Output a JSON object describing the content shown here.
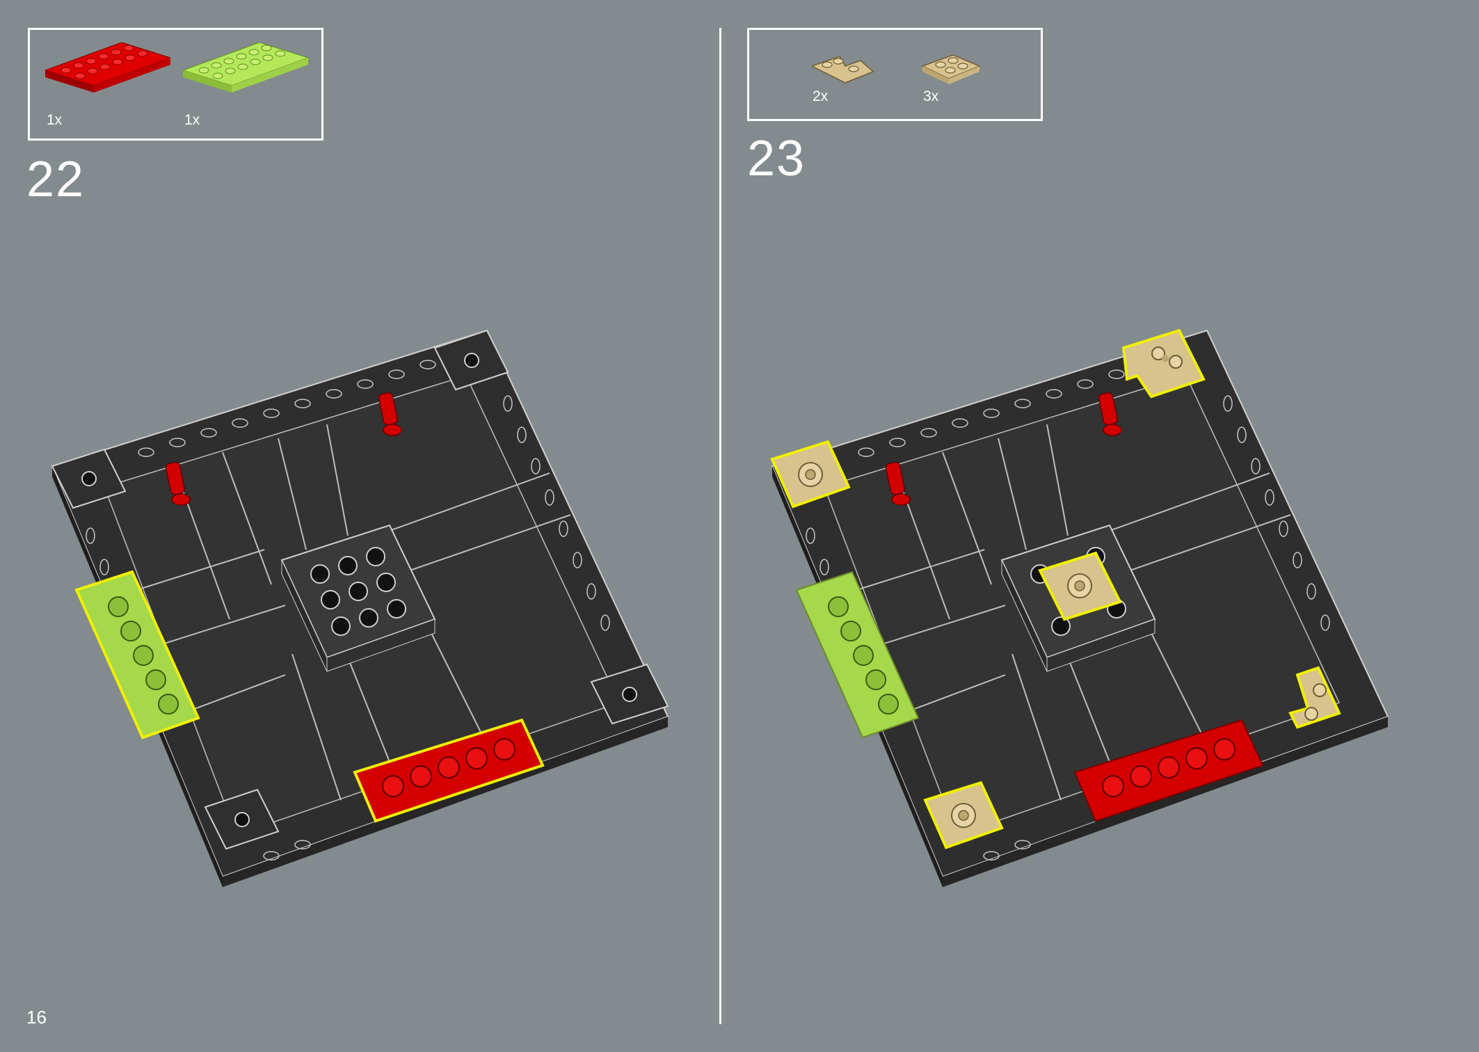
{
  "page": {
    "number": "16",
    "background": "#838b8e"
  },
  "steps": [
    {
      "number": "22",
      "parts": [
        {
          "name": "red-plate-2x6",
          "qty": "1x",
          "color": "#d40000"
        },
        {
          "name": "lime-plate-2x6",
          "qty": "1x",
          "color": "#a5d84a"
        }
      ]
    },
    {
      "number": "23",
      "parts": [
        {
          "name": "tan-corner-plate-2x2",
          "qty": "2x",
          "color": "#d8c28e"
        },
        {
          "name": "tan-plate-2x2",
          "qty": "3x",
          "color": "#d8c28e"
        }
      ]
    }
  ],
  "colors": {
    "base": "#2e2e2e",
    "outline": "#d0d0d0",
    "highlight": "#f0f000",
    "red": "#d40000",
    "lime": "#a5d84a",
    "tan": "#d8c28e"
  }
}
